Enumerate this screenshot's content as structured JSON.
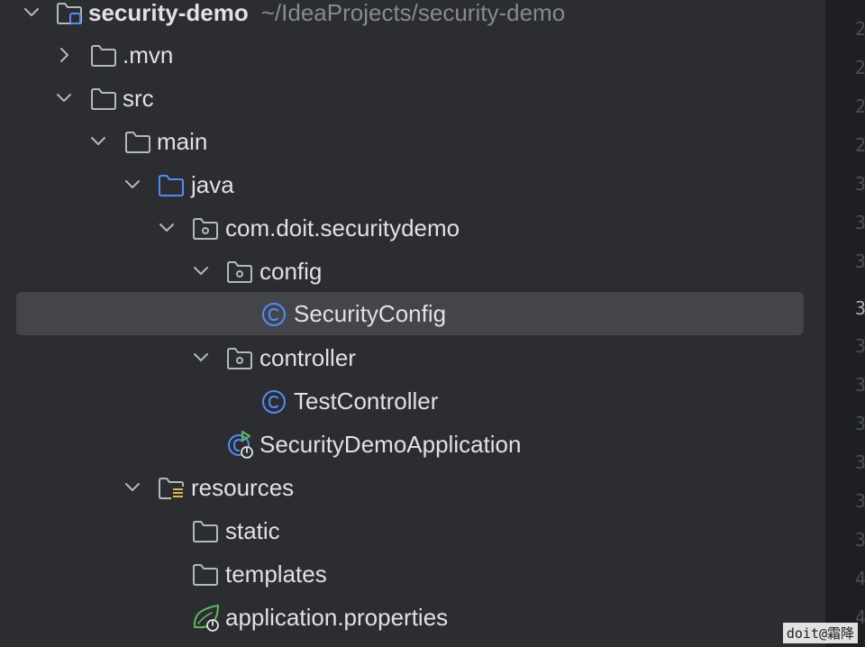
{
  "project": {
    "name": "security-demo",
    "path": "~/IdeaProjects/security-demo"
  },
  "tree": [
    {
      "label": "security-demo",
      "icon": "project-folder-icon",
      "expanded": true
    },
    {
      "label": ".mvn",
      "icon": "folder-icon",
      "expanded": false
    },
    {
      "label": "src",
      "icon": "folder-icon",
      "expanded": true
    },
    {
      "label": "main",
      "icon": "folder-icon",
      "expanded": true
    },
    {
      "label": "java",
      "icon": "source-root-folder-icon",
      "expanded": true
    },
    {
      "label": "com.doit.securitydemo",
      "icon": "package-icon",
      "expanded": true
    },
    {
      "label": "config",
      "icon": "package-icon",
      "expanded": true
    },
    {
      "label": "SecurityConfig",
      "icon": "class-icon",
      "selected": true
    },
    {
      "label": "controller",
      "icon": "package-icon",
      "expanded": true
    },
    {
      "label": "TestController",
      "icon": "class-icon"
    },
    {
      "label": "SecurityDemoApplication",
      "icon": "spring-boot-app-icon"
    },
    {
      "label": "resources",
      "icon": "resources-folder-icon",
      "expanded": true
    },
    {
      "label": "static",
      "icon": "folder-icon"
    },
    {
      "label": "templates",
      "icon": "folder-icon"
    },
    {
      "label": "application.properties",
      "icon": "spring-properties-icon"
    }
  ],
  "colors": {
    "background": "#2B2D30",
    "selection": "#43454A",
    "text": "#DFE1E5",
    "path_text": "#868A91",
    "source_root": "#548AF7",
    "class_icon": "#548AF7",
    "spring_green": "#5FB85B"
  },
  "watermark": "doit@霜降"
}
